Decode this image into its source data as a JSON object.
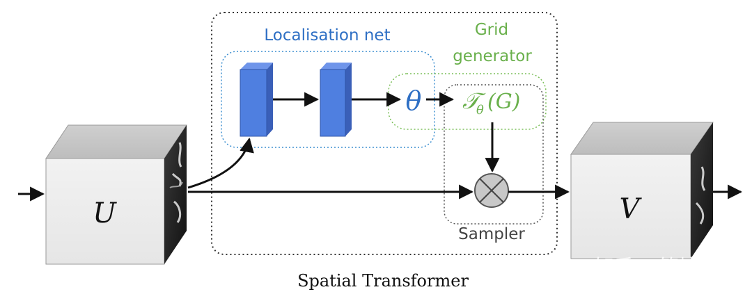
{
  "diagram": {
    "title": "Spatial Transformer",
    "localisation_label": "Localisation net",
    "grid_label_line1": "Grid",
    "grid_label_line2": "generator",
    "sampler_label": "Sampler",
    "input_label": "U",
    "output_label": "V",
    "theta_label": "θ",
    "transform_T": "𝒯",
    "transform_sub": "θ",
    "transform_args": "(G)"
  },
  "colors": {
    "localisation": "#2e6fc4",
    "grid": "#6ab04c",
    "block_blue": "#4f7fe0",
    "dotted_box": "#333333"
  },
  "watermark": {
    "line1": "知乎 @管塘秋",
    "line2": "https://blog.csdn.net/zfnice"
  }
}
